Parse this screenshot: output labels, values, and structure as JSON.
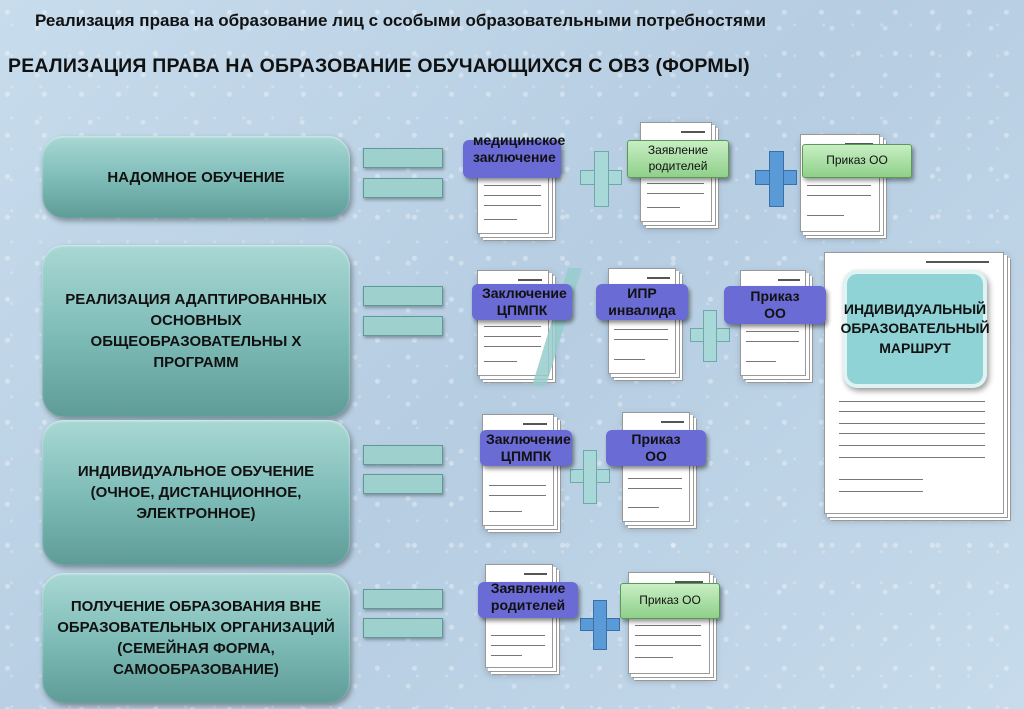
{
  "title_top": "Реализация права на образование лиц с особыми образовательными потребностями",
  "title_main": "РЕАЛИЗАЦИЯ ПРАВА НА ОБРАЗОВАНИЕ ОБУЧАЮЩИХСЯ С ОВЗ (ФОРМЫ)",
  "categories": [
    "НАДОМНОЕ ОБУЧЕНИЕ",
    "РЕАЛИЗАЦИЯ АДАПТИРОВАННЫХ ОСНОВНЫХ ОБЩЕОБРАЗОВАТЕЛЬНЫ Х ПРОГРАММ",
    "ИНДИВИДУАЛЬНОЕ ОБУЧЕНИЕ (ОЧНОЕ, ДИСТАНЦИОННОЕ, ЭЛЕКТРОННОЕ)",
    "ПОЛУЧЕНИЕ ОБРАЗОВАНИЯ ВНЕ ОБРАЗОВАТЕЛЬНЫХ ОРГАНИЗАЦИЙ (СЕМЕЙНАЯ ФОРМА, САМООБРАЗОВАНИЕ)"
  ],
  "labels": {
    "med": "медицинское заключение",
    "zayav_rod": "Заявление родителей",
    "prikaz_oo": "Приказ ОО",
    "zakl_cpmpk": "Заключение ЦПМПК",
    "ipr": "ИПР инвалида",
    "prikaz_oo_purple": "Приказ ОО",
    "zayavlenie_roditeley": "Заявление родителей"
  },
  "individual_route": "ИНДИВИДУАЛЬНЫЙ ОБРАЗОВАТЕЛЬНЫЙ МАРШРУТ",
  "colors": {
    "teal": "#7cbab6",
    "purple": "#6a6bd4",
    "green": "#8fd08a",
    "plus_teal": "#a8d8d8",
    "plus_blue": "#5a9ad6"
  }
}
